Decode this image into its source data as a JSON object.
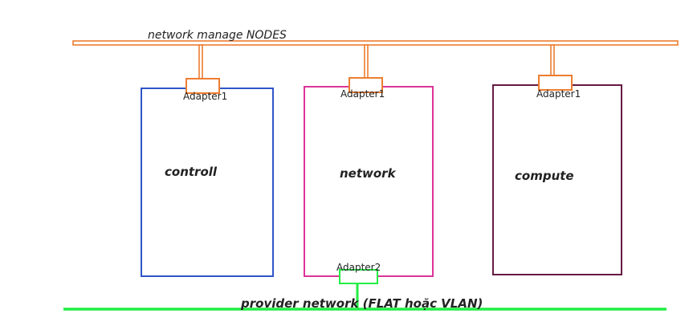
{
  "management_network": {
    "label": "network manage NODES",
    "color": "#ed7d31"
  },
  "provider_network": {
    "label": "provider network (FLAT hoặc VLAN)",
    "color": "#22ee44"
  },
  "nodes": [
    {
      "name": "controll",
      "border_color": "#2f55c8",
      "adapter1_label": "Adapter1"
    },
    {
      "name": "network",
      "border_color": "#dd3399",
      "adapter1_label": "Adapter1",
      "adapter2_label": "Adapter2"
    },
    {
      "name": "compute",
      "border_color": "#661a44",
      "adapter1_label": "Adapter1"
    }
  ]
}
